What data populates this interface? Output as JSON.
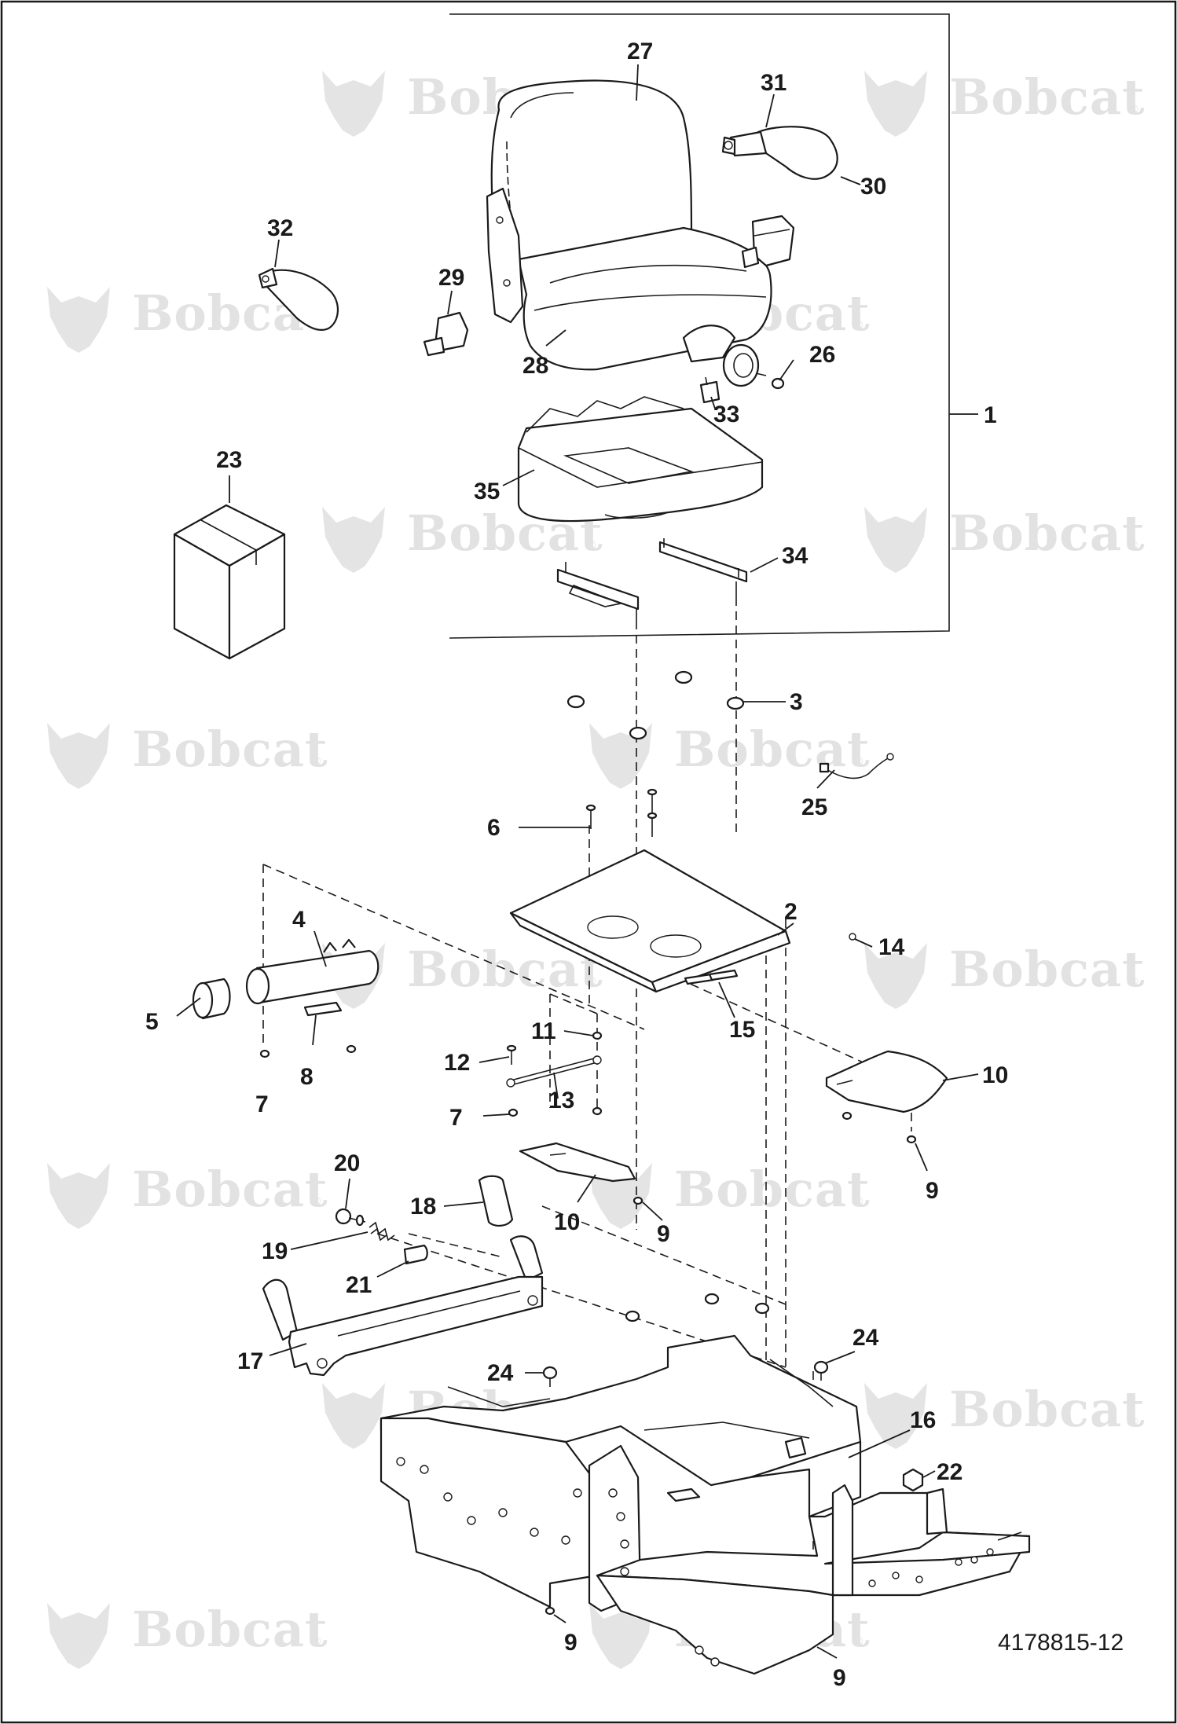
{
  "drawing": {
    "reference_number": "4178815-12",
    "watermark_text": "Bobcat",
    "watermark_registered": "®",
    "colors": {
      "ink": "#1a1a1a",
      "watermark": "#e2e2e2",
      "background": "#ffffff"
    }
  },
  "callouts": [
    {
      "id": "c27",
      "label": "27"
    },
    {
      "id": "c31",
      "label": "31"
    },
    {
      "id": "c30",
      "label": "30"
    },
    {
      "id": "c32",
      "label": "32"
    },
    {
      "id": "c29",
      "label": "29"
    },
    {
      "id": "c28",
      "label": "28"
    },
    {
      "id": "c26",
      "label": "26"
    },
    {
      "id": "c33",
      "label": "33"
    },
    {
      "id": "c1",
      "label": "1"
    },
    {
      "id": "c23",
      "label": "23"
    },
    {
      "id": "c35",
      "label": "35"
    },
    {
      "id": "c34",
      "label": "34"
    },
    {
      "id": "c3",
      "label": "3"
    },
    {
      "id": "c25",
      "label": "25"
    },
    {
      "id": "c6",
      "label": "6"
    },
    {
      "id": "c4",
      "label": "4"
    },
    {
      "id": "c2",
      "label": "2"
    },
    {
      "id": "c14",
      "label": "14"
    },
    {
      "id": "c5",
      "label": "5"
    },
    {
      "id": "c15",
      "label": "15"
    },
    {
      "id": "c11",
      "label": "11"
    },
    {
      "id": "c12",
      "label": "12"
    },
    {
      "id": "c8",
      "label": "8"
    },
    {
      "id": "c7a",
      "label": "7"
    },
    {
      "id": "c13",
      "label": "13"
    },
    {
      "id": "c10a",
      "label": "10"
    },
    {
      "id": "c7b",
      "label": "7"
    },
    {
      "id": "c9a",
      "label": "9"
    },
    {
      "id": "c20",
      "label": "20"
    },
    {
      "id": "c18",
      "label": "18"
    },
    {
      "id": "c10b",
      "label": "10"
    },
    {
      "id": "c9b",
      "label": "9"
    },
    {
      "id": "c19",
      "label": "19"
    },
    {
      "id": "c21",
      "label": "21"
    },
    {
      "id": "c17",
      "label": "17"
    },
    {
      "id": "c24a",
      "label": "24"
    },
    {
      "id": "c24b",
      "label": "24"
    },
    {
      "id": "c16",
      "label": "16"
    },
    {
      "id": "c22",
      "label": "22"
    },
    {
      "id": "c9c",
      "label": "9"
    },
    {
      "id": "c9d",
      "label": "9"
    }
  ]
}
